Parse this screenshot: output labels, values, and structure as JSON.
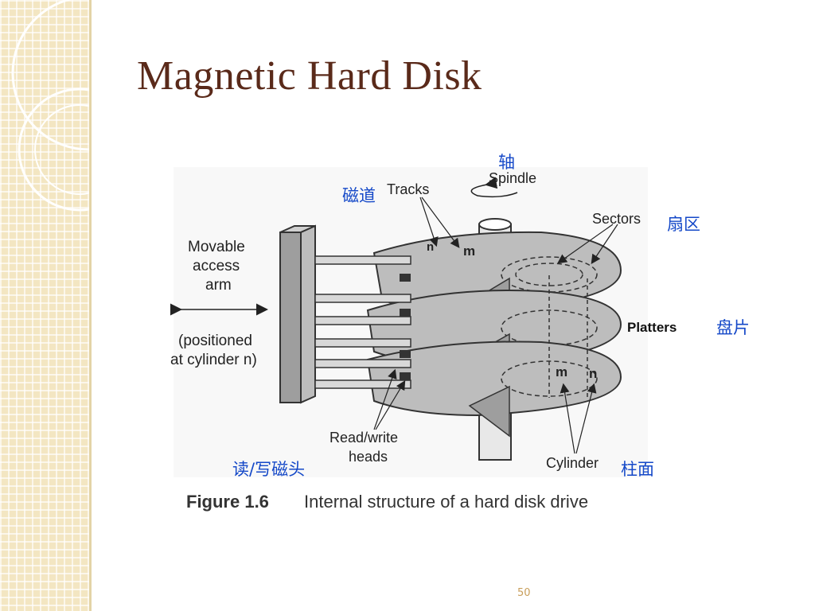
{
  "slide": {
    "title": "Magnetic Hard Disk",
    "page_number": "50"
  },
  "figure": {
    "labels": {
      "tracks": "Tracks",
      "spindle": "Spindle",
      "sectors": "Sectors",
      "platters": "Platters",
      "movable_1": "Movable",
      "movable_2": "access",
      "movable_3": "arm",
      "positioned_1": "(positioned",
      "positioned_2": "at cylinder n)",
      "readwrite_1": "Read/write",
      "readwrite_2": "heads",
      "cylinder": "Cylinder",
      "m1": "m",
      "n1": "n",
      "m2": "m",
      "n2": "n"
    },
    "chinese": {
      "spindle": "轴",
      "tracks": "磁道",
      "sectors": "扇区",
      "platters": "盘片",
      "heads": "读/写磁头",
      "cylinder": "柱面"
    },
    "caption": {
      "number": "Figure 1.6",
      "text": "Internal structure of a hard disk drive"
    }
  }
}
